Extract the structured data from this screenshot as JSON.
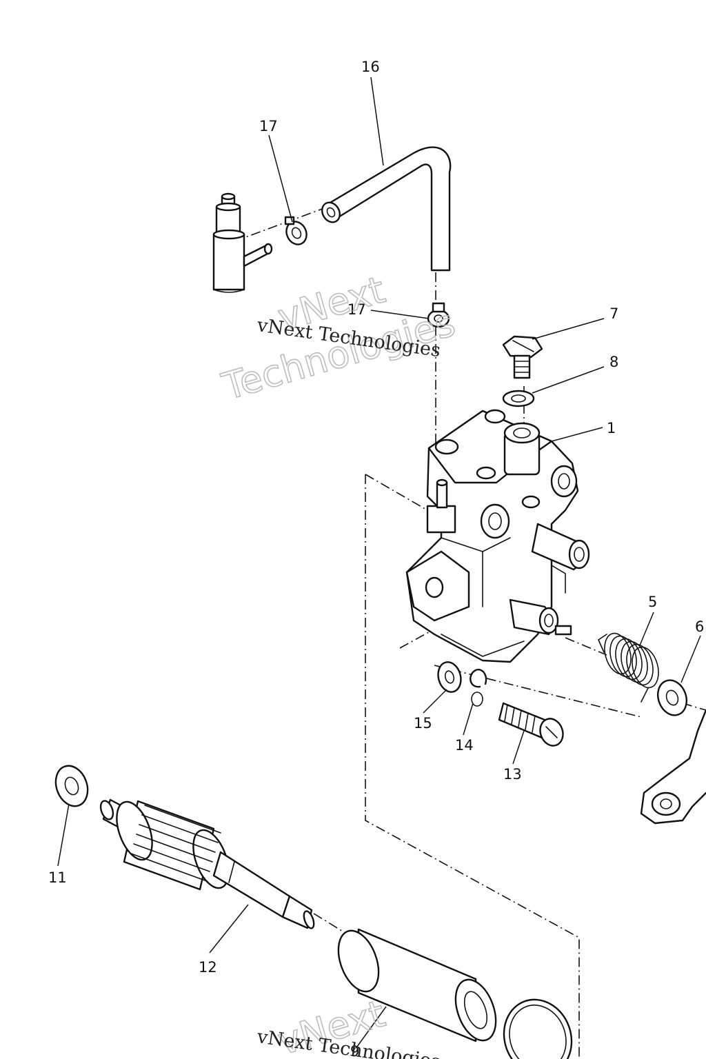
{
  "watermark": {
    "line1": "vNext Technologies",
    "outline_a": "vNext",
    "outline_b": "Technologies"
  },
  "callouts": {
    "c16": "16",
    "c17a": "17",
    "c17b": "17",
    "c7": "7",
    "c8": "8",
    "c1": "1",
    "c5": "5",
    "c6": "6",
    "c15": "15",
    "c14": "14",
    "c13": "13",
    "c11": "11",
    "c12": "12",
    "c9": "9"
  }
}
